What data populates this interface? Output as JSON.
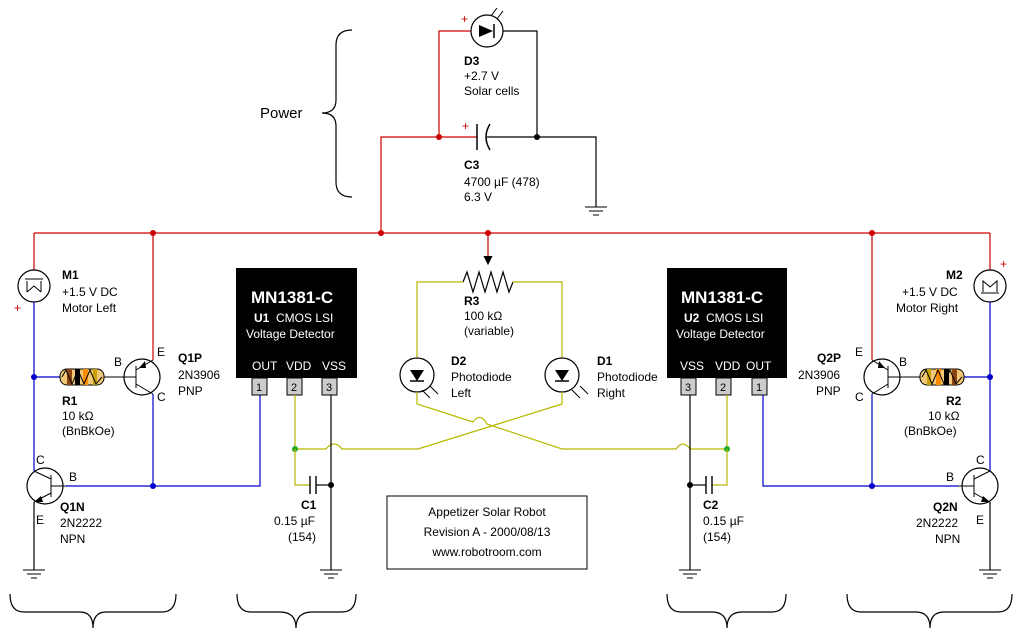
{
  "power": {
    "label": "Power"
  },
  "d3": {
    "name": "D3",
    "value": "+2.7 V",
    "desc": "Solar cells"
  },
  "c3": {
    "name": "C3",
    "value": "4700 µF (478)",
    "rating": "6.3 V"
  },
  "m1": {
    "name": "M1",
    "value": "+1.5 V DC",
    "desc": "Motor Left"
  },
  "m2": {
    "name": "M2",
    "value": "+1.5 V DC",
    "desc": "Motor Right"
  },
  "r1": {
    "name": "R1",
    "value": "10 kΩ",
    "code": "(BnBkOe)"
  },
  "r2": {
    "name": "R2",
    "value": "10 kΩ",
    "code": "(BnBkOe)"
  },
  "r3": {
    "name": "R3",
    "value": "100 kΩ",
    "desc": "(variable)"
  },
  "q1p": {
    "name": "Q1P",
    "part": "2N3906",
    "type": "PNP"
  },
  "q2p": {
    "name": "Q2P",
    "part": "2N3906",
    "type": "PNP"
  },
  "q1n": {
    "name": "Q1N",
    "part": "2N2222",
    "type": "NPN"
  },
  "q2n": {
    "name": "Q2N",
    "part": "2N2222",
    "type": "NPN"
  },
  "u1": {
    "title": "MN1381-C",
    "ref": "U1",
    "line1": "CMOS LSI",
    "line2": "Voltage Detector",
    "pins": [
      "OUT",
      "VDD",
      "VSS"
    ],
    "nums": [
      "1",
      "2",
      "3"
    ]
  },
  "u2": {
    "title": "MN1381-C",
    "ref": "U2",
    "line1": "CMOS LSI",
    "line2": "Voltage Detector",
    "pins": [
      "VSS",
      "VDD",
      "OUT"
    ],
    "nums": [
      "3",
      "2",
      "1"
    ]
  },
  "d1": {
    "name": "D1",
    "desc1": "Photodiode",
    "desc2": "Right"
  },
  "d2": {
    "name": "D2",
    "desc1": "Photodiode",
    "desc2": "Left"
  },
  "c1": {
    "name": "C1",
    "value": "0.15 µF",
    "code": "(154)"
  },
  "c2": {
    "name": "C2",
    "value": "0.15 µF",
    "code": "(154)"
  },
  "title_box": {
    "line1": "Appetizer Solar Robot",
    "line2": "Revision A - 2000/08/13",
    "line3": "www.robotroom.com"
  },
  "pin_labels": {
    "B": "B",
    "C": "C",
    "E": "E",
    "plus": "+"
  },
  "colors": {
    "power_wire": "#cc0000",
    "signal_wire": "#0000cc",
    "sensor_wire": "#b8b800",
    "chip": "#000000",
    "pin_box": "#cccccc"
  }
}
